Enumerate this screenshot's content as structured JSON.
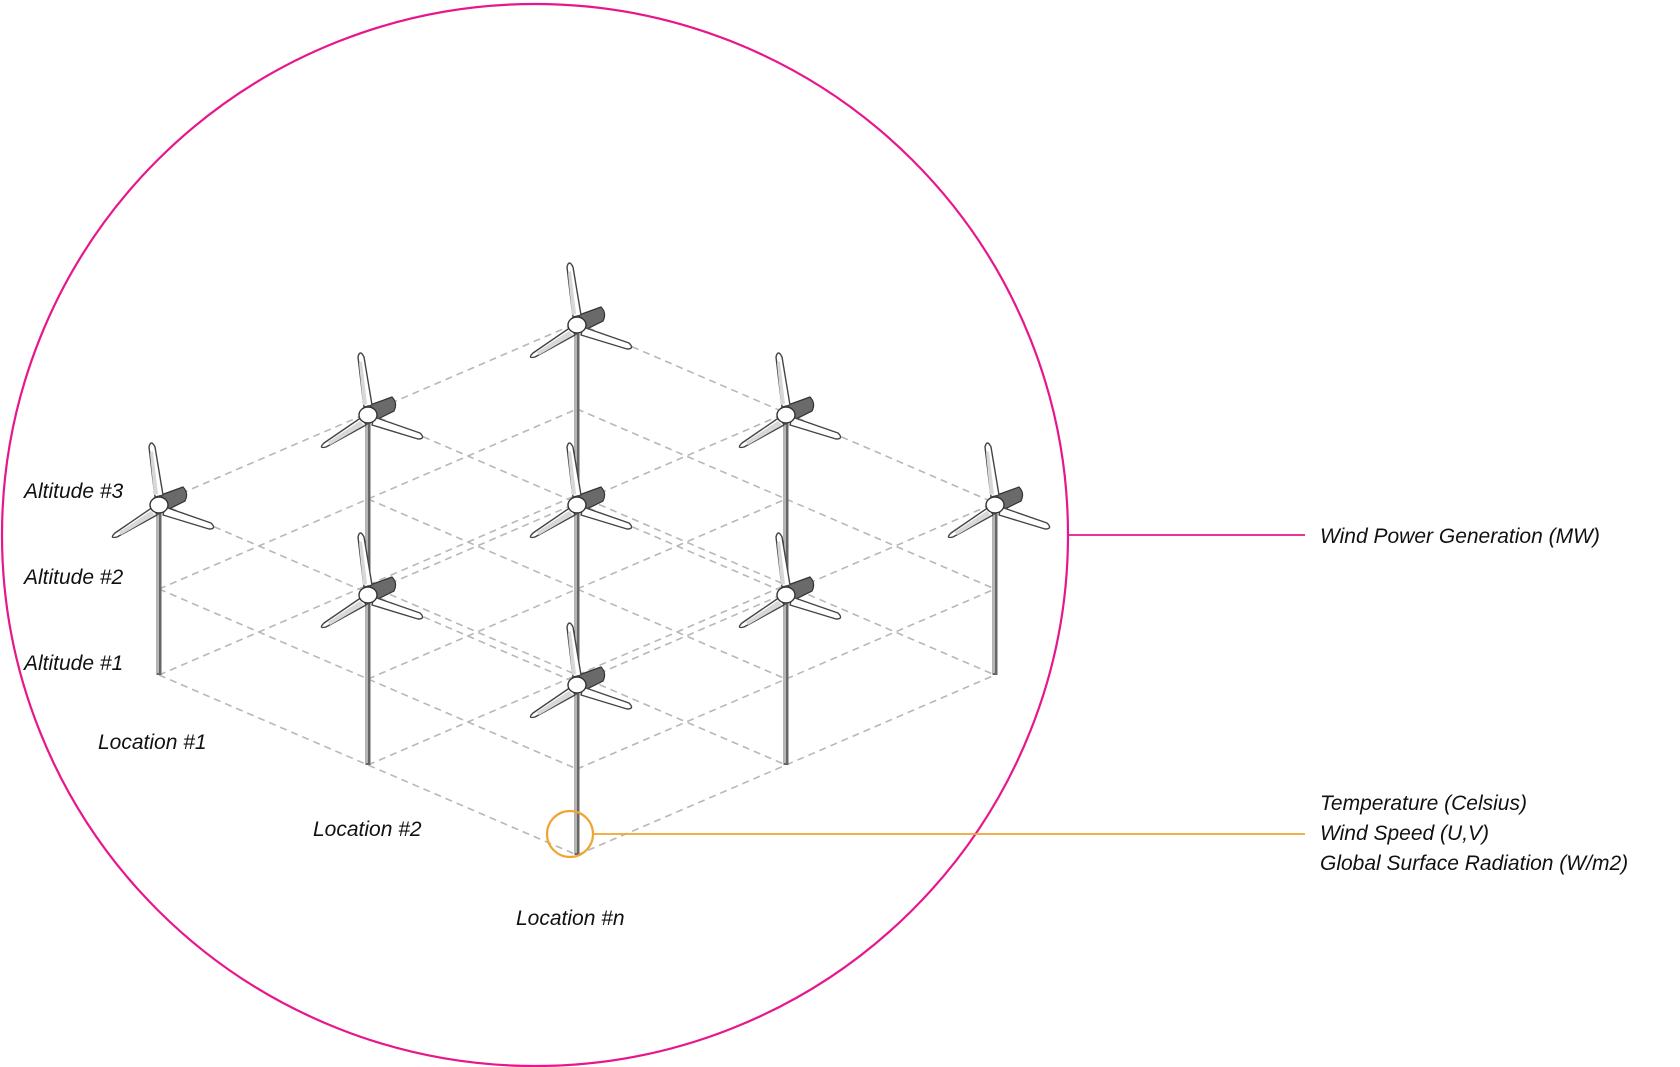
{
  "labels": {
    "altitudes": [
      "Altitude #3",
      "Altitude #2",
      "Altitude #1"
    ],
    "locations": [
      "Location #1",
      "Location #2",
      "Location #n"
    ],
    "output": "Wind Power Generation (MW)",
    "inputs": [
      "Temperature (Celsius)",
      "Wind Speed (U,V)",
      "Global Surface Radiation (W/m2)"
    ]
  },
  "colors": {
    "circle": "#e8168c",
    "highlight": "#f0a533",
    "grid": "#b8b8b8"
  }
}
